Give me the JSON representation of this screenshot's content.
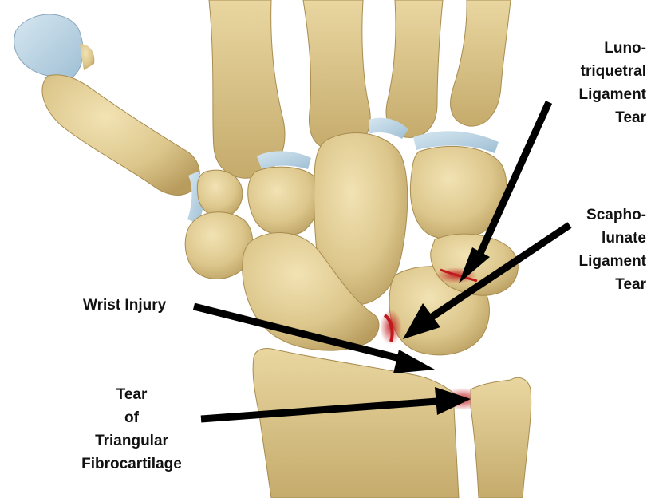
{
  "labels": {
    "luno_triquetral": [
      "Luno-",
      "triquetral",
      "Ligament",
      "Tear"
    ],
    "scapholunate": [
      "Scapho-",
      "lunate",
      "Ligament",
      "Tear"
    ],
    "wrist_injury": [
      "Wrist Injury"
    ],
    "tfcc": [
      "Tear",
      "of",
      "Triangular",
      "Fibrocartilage"
    ]
  },
  "colors": {
    "bone": "#e2cf97",
    "bone_shadow": "#b69a5c",
    "cartilage": "#b9d3e3",
    "tear_red": "#c0181c",
    "arrow": "#000000"
  }
}
